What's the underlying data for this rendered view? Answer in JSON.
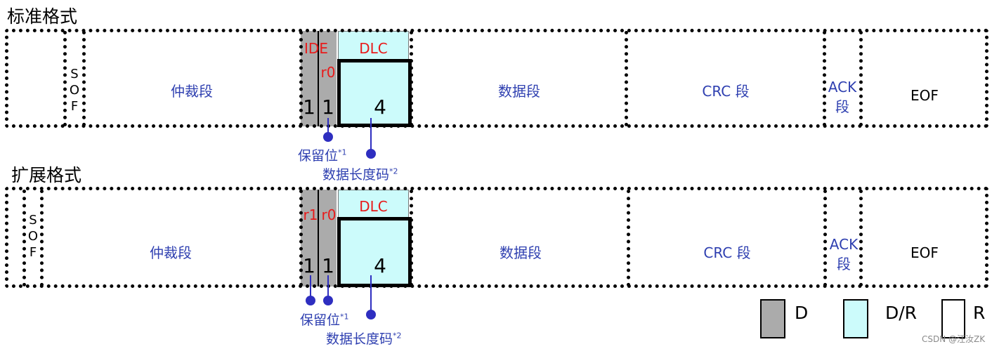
{
  "standard": {
    "title": "标准格式",
    "sof": [
      "S",
      "O",
      "F"
    ],
    "arb": "仲裁段",
    "ide": "IDE",
    "r0": "r0",
    "dlc": "DLC",
    "ide_val": "1",
    "r0_val": "1",
    "dlc_val": "4",
    "data": "数据段",
    "crc": "CRC 段",
    "ack": [
      "ACK",
      "段"
    ],
    "eof": "EOF",
    "note_reserved": "保留位",
    "note_reserved_mark": "*1",
    "note_dlc": "数据长度码",
    "note_dlc_mark": "*2"
  },
  "extended": {
    "title": "扩展格式",
    "sof": [
      "S",
      "O",
      "F"
    ],
    "arb": "仲裁段",
    "r1": "r1",
    "r0": "r0",
    "dlc": "DLC",
    "r1_val": "1",
    "r0_val": "1",
    "dlc_val": "4",
    "data": "数据段",
    "crc": "CRC 段",
    "ack": [
      "ACK",
      "段"
    ],
    "eof": "EOF",
    "note_reserved": "保留位",
    "note_reserved_mark": "*1",
    "note_dlc": "数据长度码",
    "note_dlc_mark": "*2"
  },
  "legend": {
    "dominant": "D",
    "dominant_recessive": "D/R",
    "recessive": "R",
    "colors": {
      "dominant": "#ababab",
      "dominant_recessive": "#ccfbfb",
      "recessive": "#ffffff"
    }
  },
  "watermark": "CSDN @汪汝ZK"
}
